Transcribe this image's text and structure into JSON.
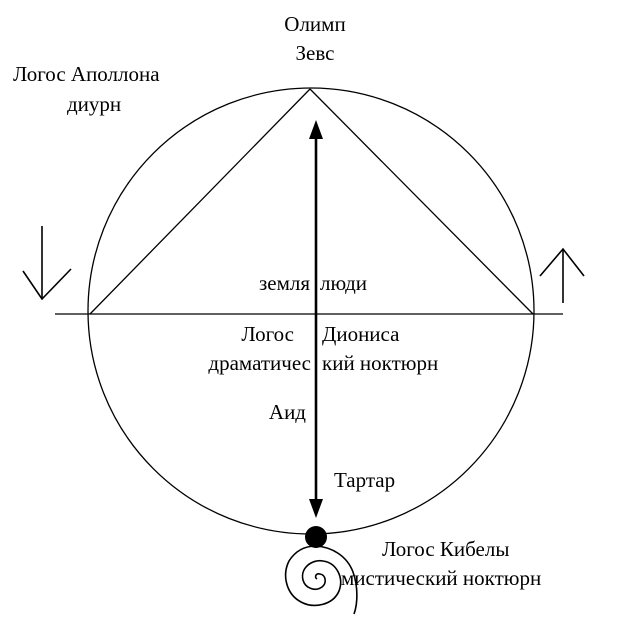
{
  "labels": {
    "olymp": "Олимп",
    "zeus": "Зевс",
    "apollo_logos": "Логос Аполлона",
    "apollo_diurn": "диурн",
    "earth": "земля",
    "people": "люди",
    "logos": "Логос",
    "dionysus": "Диониса",
    "dramatic": "драматичес",
    "nocturne_part": "кий ноктюрн",
    "hades": "Аид",
    "tartarus": "Тартар",
    "cybele_logos": "Логос Кибелы",
    "mystic_nocturne": "мистический ноктюрн"
  },
  "colors": {
    "ink": "#000000",
    "background": "#ffffff"
  },
  "icons": {
    "left_arrow": "arrow-down-icon",
    "right_arrow": "arrow-up-icon",
    "spiral": "spiral-icon"
  }
}
